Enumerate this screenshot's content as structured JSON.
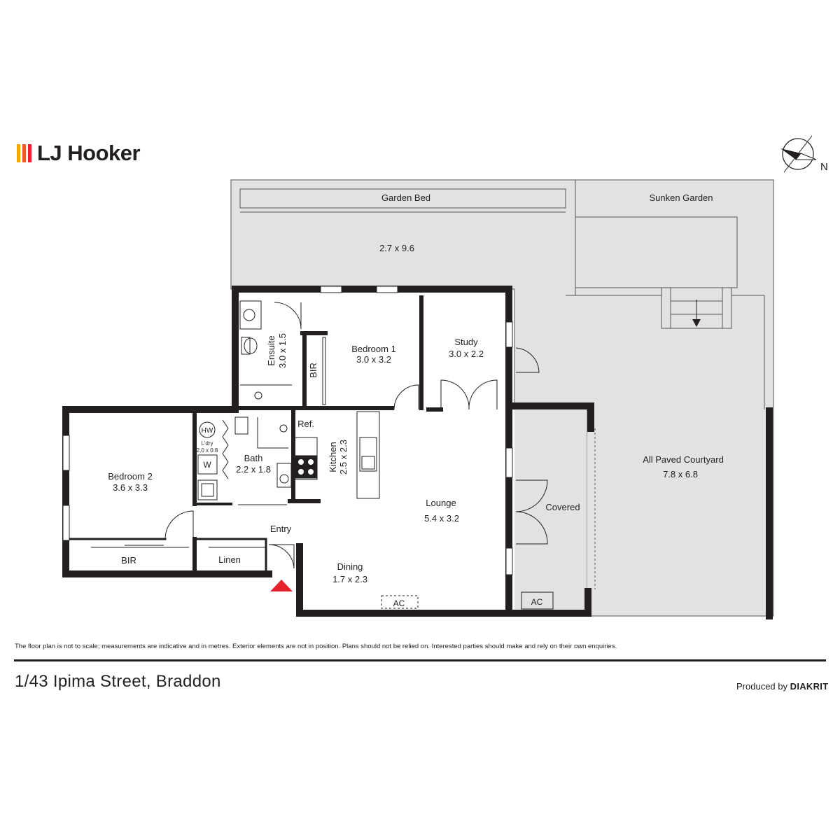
{
  "brand": {
    "name": "LJ Hooker",
    "bar_colors": [
      "#f4a300",
      "#ef5b24",
      "#e4232d"
    ]
  },
  "compass": {
    "north_label": "N"
  },
  "rooms": {
    "garden_bed": {
      "name": "Garden Bed"
    },
    "yard": {
      "dims": "2.7 x 9.6"
    },
    "sunken_garden": {
      "name": "Sunken Garden"
    },
    "ensuite": {
      "name": "Ensuite",
      "dims": "3.0 x 1.5"
    },
    "bir1": {
      "name": "BIR"
    },
    "bedroom1": {
      "name": "Bedroom 1",
      "dims": "3.0 x 3.2"
    },
    "study": {
      "name": "Study",
      "dims": "3.0 x 2.2"
    },
    "courtyard": {
      "name": "All Paved Courtyard",
      "dims": "7.8 x 6.8"
    },
    "bedroom2": {
      "name": "Bedroom 2",
      "dims": "3.6 x 3.3"
    },
    "hw": {
      "name": "HW"
    },
    "laundry": {
      "name": "L'dry",
      "dims": "2.0 x 0.8"
    },
    "washer": {
      "name": "W"
    },
    "bath": {
      "name": "Bath",
      "dims": "2.2 x 1.8"
    },
    "fridge": {
      "name": "Ref."
    },
    "kitchen": {
      "name": "Kitchen",
      "dims": "2.5 x 2.3"
    },
    "lounge": {
      "name": "Lounge",
      "dims": "5.4 x 3.2"
    },
    "covered": {
      "name": "Covered"
    },
    "entry": {
      "name": "Entry"
    },
    "bir2": {
      "name": "BIR"
    },
    "linen": {
      "name": "Linen"
    },
    "dining": {
      "name": "Dining",
      "dims": "1.7 x 2.3"
    },
    "ac_dining": {
      "name": "AC"
    },
    "ac_covered": {
      "name": "AC"
    }
  },
  "colors": {
    "wall": "#231f20",
    "outdoor": "#e2e2e2",
    "entry_marker": "#e4232d"
  },
  "footer": {
    "disclaimer": "The floor plan is not to scale; measurements are indicative and in metres. Exterior elements are not in position. Plans should not be relied on. Interested parties should make and rely on their own enquiries.",
    "address": "1/43 Ipima  Street, Braddon",
    "produced_by": "Produced by",
    "producer": "DIAKRIT"
  }
}
